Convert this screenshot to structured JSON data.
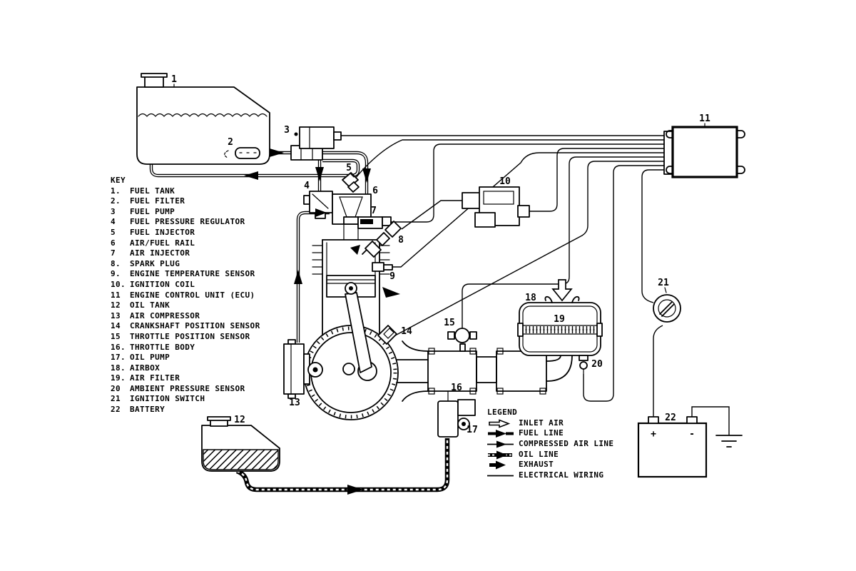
{
  "key": {
    "heading": "KEY",
    "items": [
      {
        "num": "1.",
        "name": "FUEL TANK"
      },
      {
        "num": "2.",
        "name": "FUEL FILTER"
      },
      {
        "num": "3",
        "name": "FUEL PUMP"
      },
      {
        "num": "4",
        "name": "FUEL PRESSURE REGULATOR"
      },
      {
        "num": "5",
        "name": "FUEL INJECTOR"
      },
      {
        "num": "6",
        "name": "AIR/FUEL RAIL"
      },
      {
        "num": "7",
        "name": "AIR INJECTOR"
      },
      {
        "num": "8.",
        "name": "SPARK PLUG"
      },
      {
        "num": "9.",
        "name": "ENGINE TEMPERATURE SENSOR"
      },
      {
        "num": "10.",
        "name": "IGNITION COIL"
      },
      {
        "num": "11",
        "name": "ENGINE CONTROL UNIT (ECU)"
      },
      {
        "num": "12",
        "name": "OIL TANK"
      },
      {
        "num": "13",
        "name": "AIR COMPRESSOR"
      },
      {
        "num": "14",
        "name": "CRANKSHAFT POSITION SENSOR"
      },
      {
        "num": "15",
        "name": "THROTTLE POSITION SENSOR"
      },
      {
        "num": "16.",
        "name": "THROTTLE BODY"
      },
      {
        "num": "17.",
        "name": "OIL PUMP"
      },
      {
        "num": "18.",
        "name": "AIRBOX"
      },
      {
        "num": "19.",
        "name": "AIR FILTER"
      },
      {
        "num": "20",
        "name": "AMBIENT PRESSURE SENSOR"
      },
      {
        "num": "21",
        "name": "IGNITION SWITCH"
      },
      {
        "num": "22",
        "name": "BATTERY"
      }
    ]
  },
  "legend": {
    "heading": "LEGEND",
    "items": [
      {
        "icon": "inlet-air-arrow",
        "label": "INLET AIR"
      },
      {
        "icon": "fuel-line-arrow",
        "label": "FUEL LINE"
      },
      {
        "icon": "compressed-air-arrow",
        "label": "COMPRESSED AIR LINE"
      },
      {
        "icon": "oil-line-arrow",
        "label": "OIL LINE"
      },
      {
        "icon": "exhaust-arrow",
        "label": "EXHAUST"
      },
      {
        "icon": "electrical-wiring-line",
        "label": "ELECTRICAL WIRING"
      }
    ]
  },
  "labels": {
    "n1": "1",
    "n2": "2",
    "n3": "3",
    "n4": "4",
    "n5": "5",
    "n6": "6",
    "n7": "7",
    "n8": "8",
    "n9": "9",
    "n10": "10",
    "n11": "11",
    "n12": "12",
    "n13": "13",
    "n14": "14",
    "n15": "15",
    "n16": "16",
    "n17": "17",
    "n18": "18",
    "n19": "19",
    "n20": "20",
    "n21": "21",
    "n22": "22"
  },
  "battery": {
    "plus": "+",
    "minus": "-"
  },
  "colors": {
    "line": "#000000",
    "background": "#ffffff"
  }
}
